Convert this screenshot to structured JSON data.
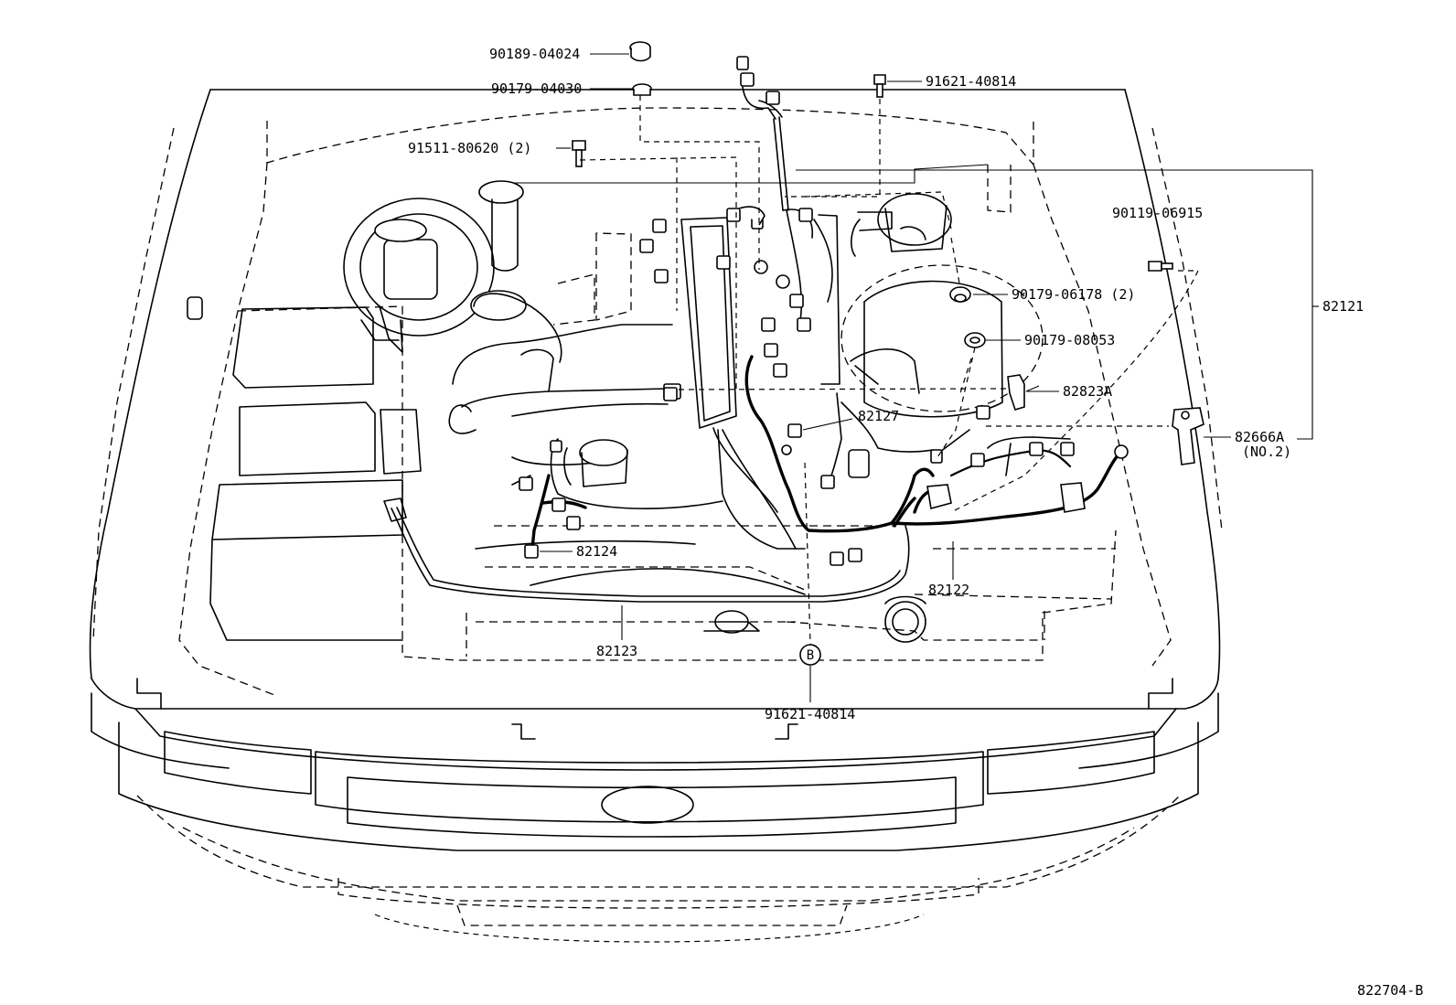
{
  "diagram_id": "822704-B",
  "callouts": {
    "c_90189_04024": "90189-04024",
    "c_90179_04030": "90179-04030",
    "c_91621_40814_top": "91621-40814",
    "c_91511_80620": "91511-80620 (2)",
    "c_90119_06915": "90119-06915",
    "c_82121": "82121",
    "c_90179_06178": "90179-06178 (2)",
    "c_90179_08053": "90179-08053",
    "c_82823A": "82823A",
    "c_82127": "82127",
    "c_82666A": "82666A",
    "c_82666A_sub": "(NO.2)",
    "c_82124": "82124",
    "c_82122": "82122",
    "c_82123": "82123",
    "c_91621_40814_bottom": "91621-40814",
    "c_ref_B": "B"
  }
}
